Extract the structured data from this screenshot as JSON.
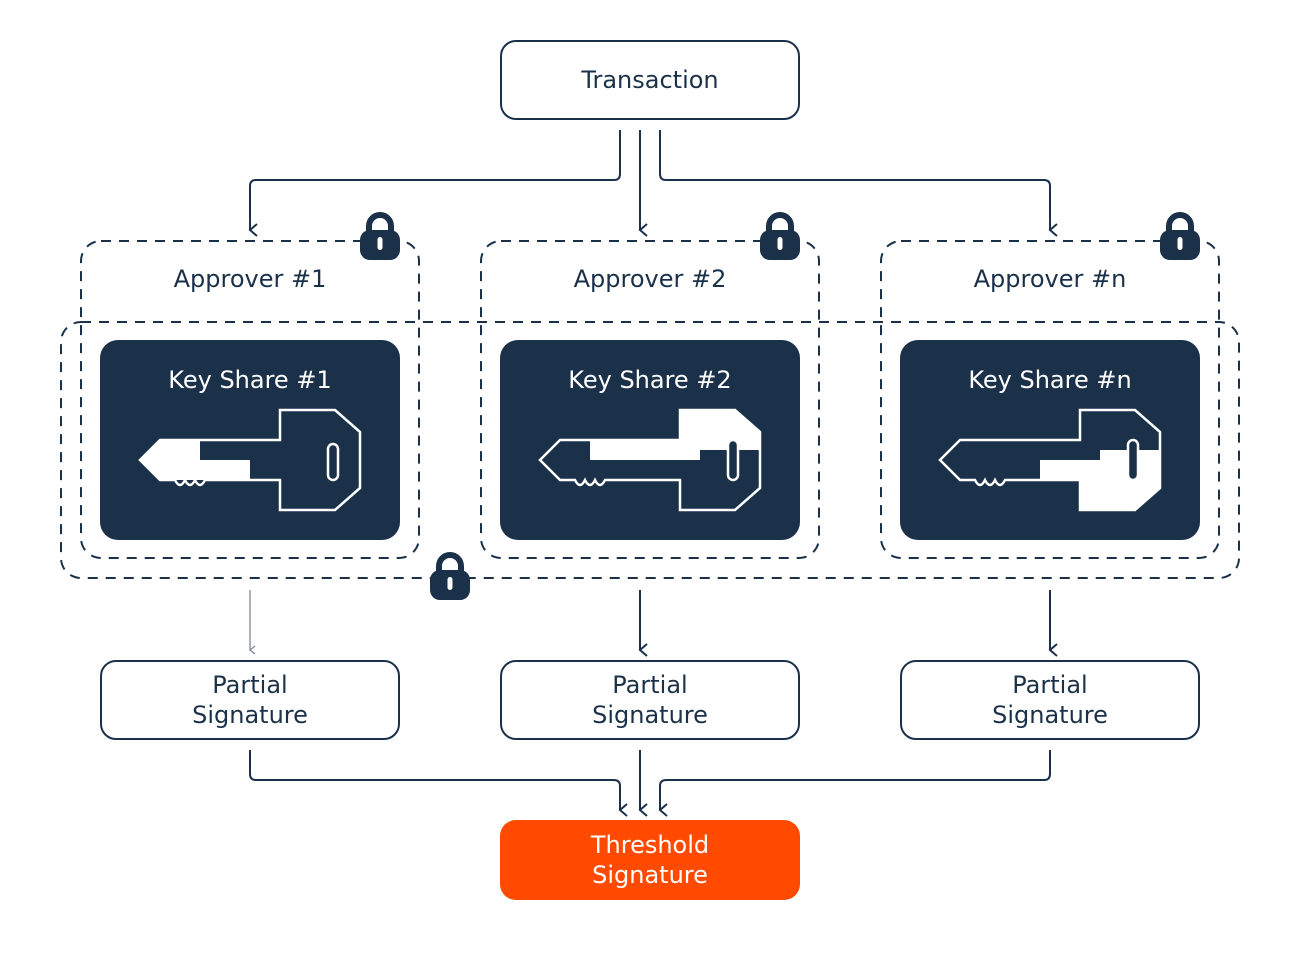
{
  "diagram": {
    "transaction": {
      "label": "Transaction"
    },
    "approvers": [
      {
        "label": "Approver #1",
        "key_share": "Key Share #1",
        "partial_signature": [
          "Partial",
          "Signature"
        ]
      },
      {
        "label": "Approver #2",
        "key_share": "Key Share #2",
        "partial_signature": [
          "Partial",
          "Signature"
        ]
      },
      {
        "label": "Approver #n",
        "key_share": "Key Share #n",
        "partial_signature": [
          "Partial",
          "Signature"
        ]
      }
    ],
    "threshold_signature": [
      "Threshold",
      "Signature"
    ],
    "icons": {
      "lock": "lock-icon",
      "key": "key-icon"
    },
    "colors": {
      "primary": "#1b3149",
      "accent": "#ff4a00",
      "background": "#ffffff"
    }
  }
}
